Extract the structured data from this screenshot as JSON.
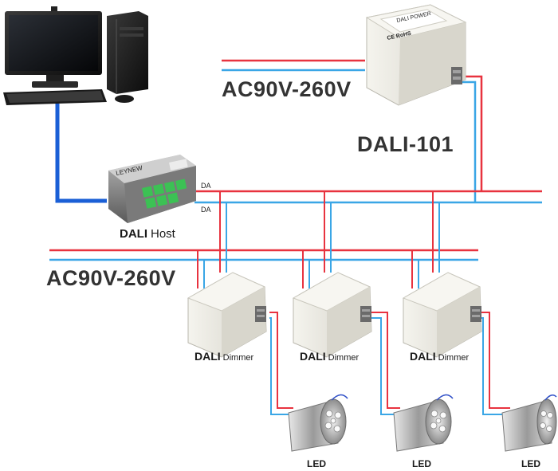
{
  "labels": {
    "power_top": "AC90V-260V",
    "power_bottom": "AC90V-260V",
    "dali_power_model": "DALI-101",
    "host_prefix": "DALI",
    "host_suffix": "Host",
    "bus_red": "DA",
    "bus_blue": "DA",
    "dimmer_prefix": "DALI",
    "dimmer_suffix": "Dimmer",
    "led": "LED"
  },
  "device_text": {
    "dali_power_brand": "DALI POWER",
    "dali_power_marks": "CE RoHS",
    "host_brand": "LEYNEW"
  },
  "colors": {
    "red_wire": "#e8333f",
    "blue_wire": "#3aa6e6",
    "pc_cable": "#1a5fd6",
    "module_body": "#eeece2",
    "host_body": "#8c8c8c",
    "terminal_green": "#3cc154"
  }
}
